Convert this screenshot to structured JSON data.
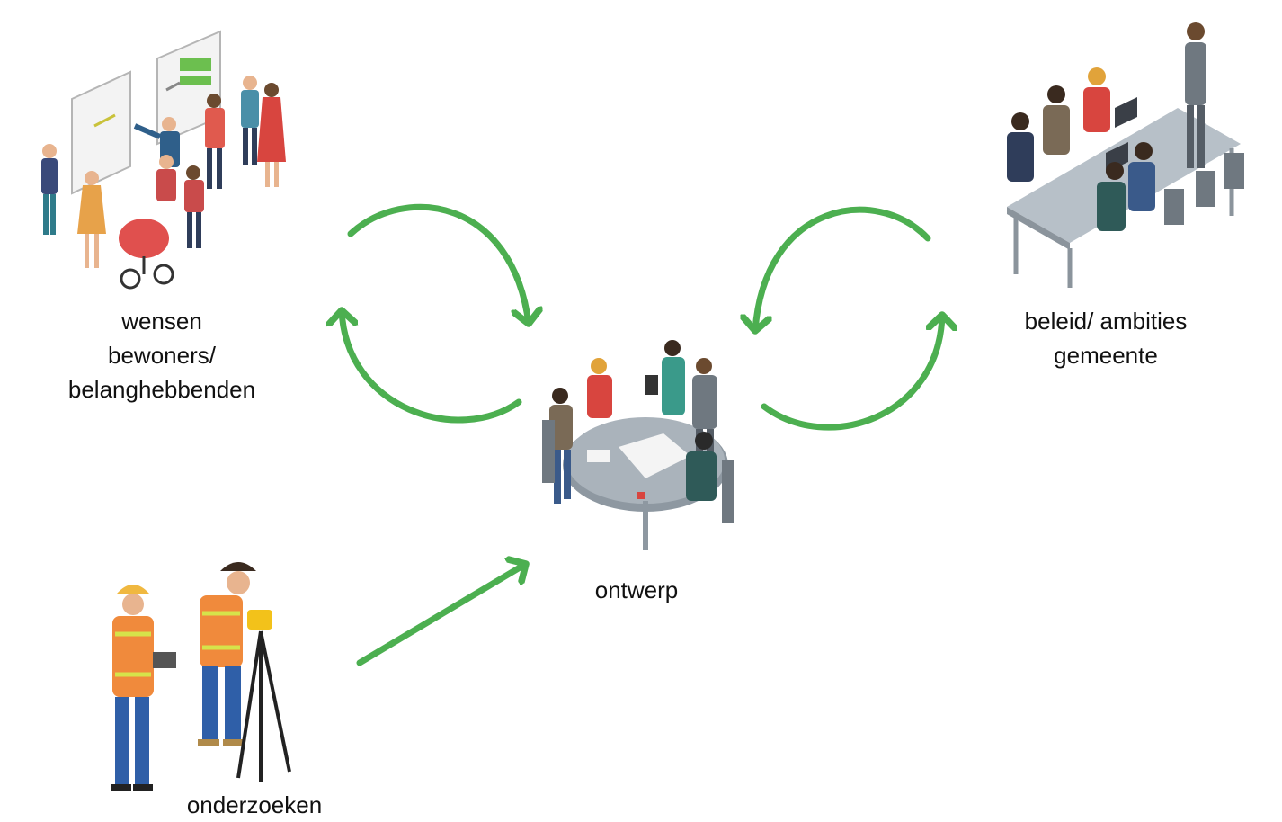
{
  "nodes": {
    "bewoners": {
      "label_lines": [
        "wensen",
        "bewoners/",
        "belanghebbenden"
      ],
      "illustration": "community-meeting-illustration"
    },
    "gemeente": {
      "label_lines": [
        "beleid/ ambities",
        "gemeente"
      ],
      "illustration": "office-meeting-illustration"
    },
    "ontwerp": {
      "label_lines": [
        "ontwerp"
      ],
      "illustration": "design-table-illustration"
    },
    "onderzoeken": {
      "label_lines": [
        "onderzoeken"
      ],
      "illustration": "surveyors-illustration"
    }
  },
  "colors": {
    "arrow": "#4caf50",
    "skin": "#e8b48f",
    "table": "#9aa3ab",
    "chair": "#6f7880",
    "paper": "#f4f4f4"
  },
  "arrows": [
    {
      "from": "bewoners",
      "to": "ontwerp",
      "style": "arc"
    },
    {
      "from": "ontwerp",
      "to": "bewoners",
      "style": "arc"
    },
    {
      "from": "gemeente",
      "to": "ontwerp",
      "style": "arc"
    },
    {
      "from": "ontwerp",
      "to": "gemeente",
      "style": "arc"
    },
    {
      "from": "onderzoeken",
      "to": "ontwerp",
      "style": "straight"
    }
  ]
}
